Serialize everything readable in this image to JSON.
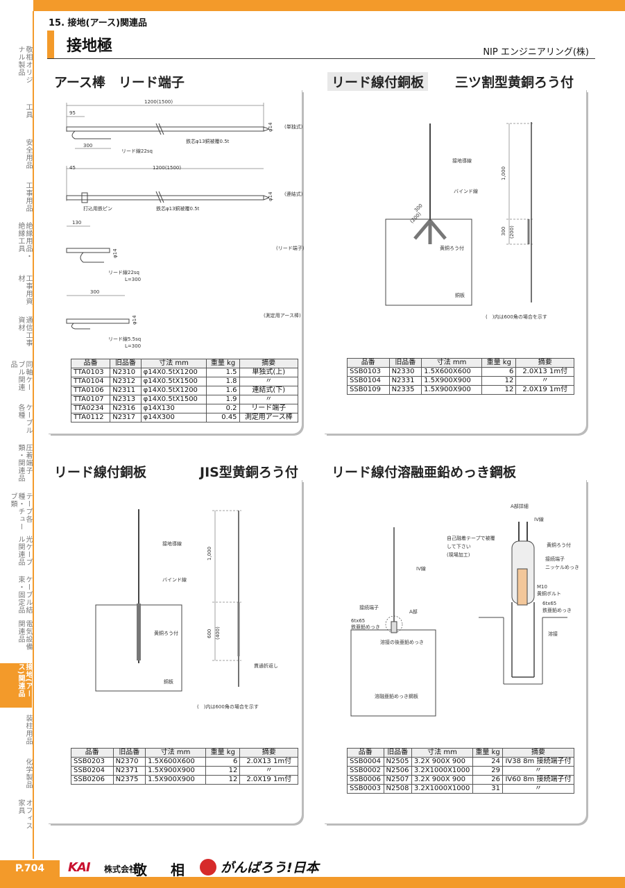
{
  "chapter": "15.  接地(アース)関連品",
  "title": "接地極",
  "company": "NIP エンジニアリング(株)",
  "page_number": "P.704",
  "footer": {
    "logo1": "KAI",
    "logo1_sub": "株式会社",
    "logo_kanji1": "敬",
    "logo_kanji2": "相",
    "slogan": "がんばろう!日本"
  },
  "sidebar": [
    {
      "label": "敬相オリジナル製品",
      "active": false
    },
    {
      "label": "工具",
      "active": false
    },
    {
      "label": "安全用品",
      "active": false
    },
    {
      "label": "工事用品",
      "active": false
    },
    {
      "label": "絶縁用品・絶縁工具",
      "active": false
    },
    {
      "label": "工事用資材",
      "active": false
    },
    {
      "label": "通信工事資材",
      "active": false
    },
    {
      "label": "同軸ケーブル関連品",
      "active": false
    },
    {
      "label": "ケーブル各種",
      "active": false
    },
    {
      "label": "圧着端子類・関連品",
      "active": false
    },
    {
      "label": "テープ各種・チューブ類",
      "active": false
    },
    {
      "label": "光ケーブル関連品",
      "active": false
    },
    {
      "label": "ケーブル結束・固定品",
      "active": false
    },
    {
      "label": "電気設備関連品",
      "active": false
    },
    {
      "label": "接地(アース)関連品",
      "active": true
    },
    {
      "label": "装柱用品",
      "active": false
    },
    {
      "label": "化学製品",
      "active": false
    },
    {
      "label": "オフィス家具",
      "active": false
    }
  ],
  "panels": {
    "p1": {
      "title": "アース棒　リード端子",
      "labels": {
        "dim1": "1200(1500)",
        "dim2": "95",
        "dim3": "300",
        "type1": "(単独式)",
        "lead1": "リード線22sq",
        "core1": "鉄芯φ13銅被覆0.5t",
        "dia1": "φ14",
        "dim4": "45",
        "dim5": "1200(1500)",
        "type2": "(連結式)",
        "pin": "打込用鉄ピン",
        "core2": "鉄芯φ13銅被覆0.5t",
        "dia2": "φ14",
        "dim6": "130",
        "dia3": "φ14",
        "type3": "(リード端子)",
        "lead3": "リード線22sq",
        "len3": "L=300",
        "dim7": "300",
        "dia4": "φ14",
        "type4": "(測定用アース棒)",
        "lead4": "リード線5.5sq",
        "len4": "L=300"
      },
      "headers": [
        "品番",
        "旧品番",
        "寸法 mm",
        "重量 kg",
        "摘要"
      ],
      "rows": [
        [
          "TTA0103",
          "N2310",
          "φ14X0.5tX1200",
          "1.5",
          "単独式(上)"
        ],
        [
          "TTA0104",
          "N2312",
          "φ14X0.5tX1500",
          "1.8",
          "〃"
        ],
        [
          "TTA0106",
          "N2311",
          "φ14X0.5tX1200",
          "1.6",
          "連結式(下)"
        ],
        [
          "TTA0107",
          "N2313",
          "φ14X0.5tX1500",
          "1.9",
          "〃"
        ],
        [
          "TTA0234",
          "N2316",
          "φ14X130",
          "0.2",
          "リード端子"
        ],
        [
          "TTA0112",
          "N2317",
          "φ14X300",
          "0.45",
          "測定用アース棒"
        ]
      ]
    },
    "p2": {
      "title1": "リード線付銅板",
      "title2": "三ツ割型黄銅ろう付",
      "labels": {
        "earth": "接地導線",
        "bind": "バインド線",
        "d300": "300",
        "d200": "(200)",
        "braze": "黄銅ろう付",
        "plate": "銅板",
        "v1000": "1,000",
        "v300": "300",
        "v200": "(200)",
        "note": "(　)内は600角の場合を示す"
      },
      "headers": [
        "品番",
        "旧品番",
        "寸法 mm",
        "重量 kg",
        "摘要"
      ],
      "rows": [
        [
          "SSB0103",
          "N2330",
          "1.5X600X600",
          "6",
          "2.0X13 1m付"
        ],
        [
          "SSB0104",
          "N2331",
          "1.5X900X900",
          "12",
          "〃"
        ],
        [
          "SSB0109",
          "N2335",
          "1.5X900X900",
          "12",
          "2.0X19 1m付"
        ]
      ]
    },
    "p3": {
      "title1": "リード線付銅板",
      "title2": "JIS型黄銅ろう付",
      "labels": {
        "earth": "接地導線",
        "bind": "バインド線",
        "braze": "黄銅ろう付",
        "plate": "銅板",
        "v1000": "1,000",
        "v600": "600",
        "v400": "(400)",
        "fold": "貫通折返し",
        "note": "(　)内は600角の場合を示す"
      },
      "headers": [
        "品番",
        "旧品番",
        "寸法 mm",
        "重量 kg",
        "摘要"
      ],
      "rows": [
        [
          "SSB0203",
          "N2370",
          "1.5X600X600",
          "6",
          "2.0X13 1m付"
        ],
        [
          "SSB0204",
          "N2371",
          "1.5X900X900",
          "12",
          "〃"
        ],
        [
          "SSB0206",
          "N2375",
          "1.5X900X900",
          "12",
          "2.0X19 1m付"
        ]
      ]
    },
    "p4": {
      "title": "リード線付溶融亜鉛めっき鋼板",
      "labels": {
        "detail": "A部詳細",
        "iv": "IV線",
        "iv2": "IV線",
        "tape1": "自己融着テープで被覆",
        "tape2": "して下さい",
        "tape3": "(現場加工)",
        "braze": "黄銅ろう付",
        "term": "接続端子",
        "nickel": "ニッケルめっき",
        "m10": "M10",
        "bolt": "黄銅ボルト",
        "fb1": "6tx65",
        "fb2": "鉄亜鉛めっき",
        "weld": "溶接",
        "term2": "接続端子",
        "fb3": "6tx65",
        "fb4": "鉄亜鉛めっき",
        "apart": "A部",
        "postweld": "溶接の後亜鉛めっき",
        "plate": "溶融亜鉛めっき鋼板"
      },
      "headers": [
        "品番",
        "旧品番",
        "寸法 mm",
        "重量 kg",
        "摘要"
      ],
      "rows": [
        [
          "SSB0004",
          "N2505",
          "3.2X 900X 900",
          "24",
          "IV38 8m 接続端子付"
        ],
        [
          "SSB0002",
          "N2506",
          "3.2X1000X1000",
          "29",
          "〃"
        ],
        [
          "SSB0006",
          "N2507",
          "3.2X 900X 900",
          "26",
          "IV60 8m 接続端子付"
        ],
        [
          "SSB0003",
          "N2508",
          "3.2X1000X1000",
          "31",
          "〃"
        ]
      ]
    }
  }
}
